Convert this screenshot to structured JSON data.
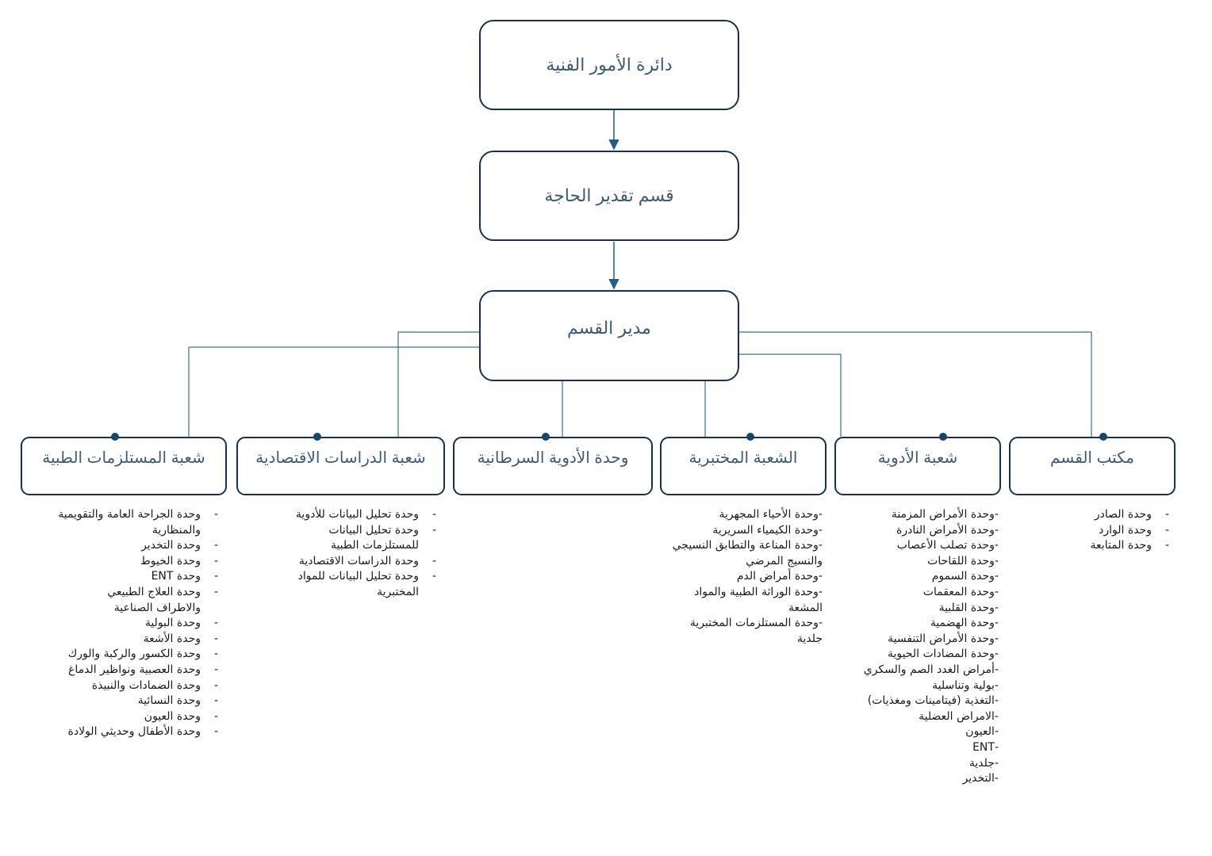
{
  "chart": {
    "top": "دائرة الأمور الفنية",
    "section": "قسم تقدير الحاجة",
    "manager": "مدير القسم"
  },
  "branches": [
    {
      "title": "مكتب القسم",
      "units": [
        "وحدة الصادر",
        "وحدة الوارد",
        "وحدة المتابعة"
      ]
    },
    {
      "title": "شعبة الأدوية",
      "units": [
        "-وحدة الأمراض المزمنة",
        "-وحدة الأمراض النادرة",
        "-وحدة تصلب الأعصاب",
        "-وحدة اللقاحات",
        "-وحدة السموم",
        "-وحدة المعقمات",
        "-وحدة القلبية",
        "-وحدة الهضمية",
        "-وحدة الأمراض التنفسية",
        "-وحدة المضادات الحيوية",
        "-أمراض الغدد الصم والسكري",
        "-بولية وتناسلية",
        "-التغذية (فيتامينات ومغذيات)",
        "-الامراض العضلية",
        "-العيون",
        "-ENT",
        "-جلدية",
        "-التخدير"
      ]
    },
    {
      "title": "الشعبة المختبرية",
      "units": [
        "-وحدة الأحياء المجهرية",
        "-وحدة الكيمياء السريرية",
        "-وحدة المناعة والتطابق النسيجي",
        "والنسيج المرضي",
        "-وحدة أمراض الدم",
        "-وحدة الوراثة الطبية والمواد",
        "المشعة",
        "-وحدة المستلزمات المختبرية",
        "جلدية"
      ]
    },
    {
      "title": "وحدة الأدوية السرطانية",
      "units": []
    },
    {
      "title": "شعبة الدراسات الاقتصادية",
      "units": [
        "وحدة تحليل البيانات للأدوية",
        "وحدة تحليل البيانات للمستلزمات الطبية",
        "وحدة الدراسات الاقتصادية",
        "وحدة تحليل البيانات للمواد المختبرية"
      ]
    },
    {
      "title": "شعبة المستلزمات الطبية",
      "units": [
        "وحدة الجراحة العامة والتقويمية والمنظارية",
        "وحدة التخدير",
        "وحدة الخيوط",
        "وحدة ENT",
        "وحدة العلاج الطبيعي والاطراف الصناعية",
        "وحدة البولية",
        "وحدة الأشعة",
        "وحدة الكسور والركبة والورك",
        "وحدة العصبية ونواظير الدماغ",
        "وحدة الضمادات والنبيذة",
        "وحدة النسائية",
        "وحدة العيون",
        "وحدة الأطفال وحديثي الولادة"
      ]
    }
  ],
  "colors": {
    "box_border": "#17324d",
    "box_text": "#3d5a78",
    "connector": "#3a6f92",
    "node_dot": "#17466b"
  }
}
